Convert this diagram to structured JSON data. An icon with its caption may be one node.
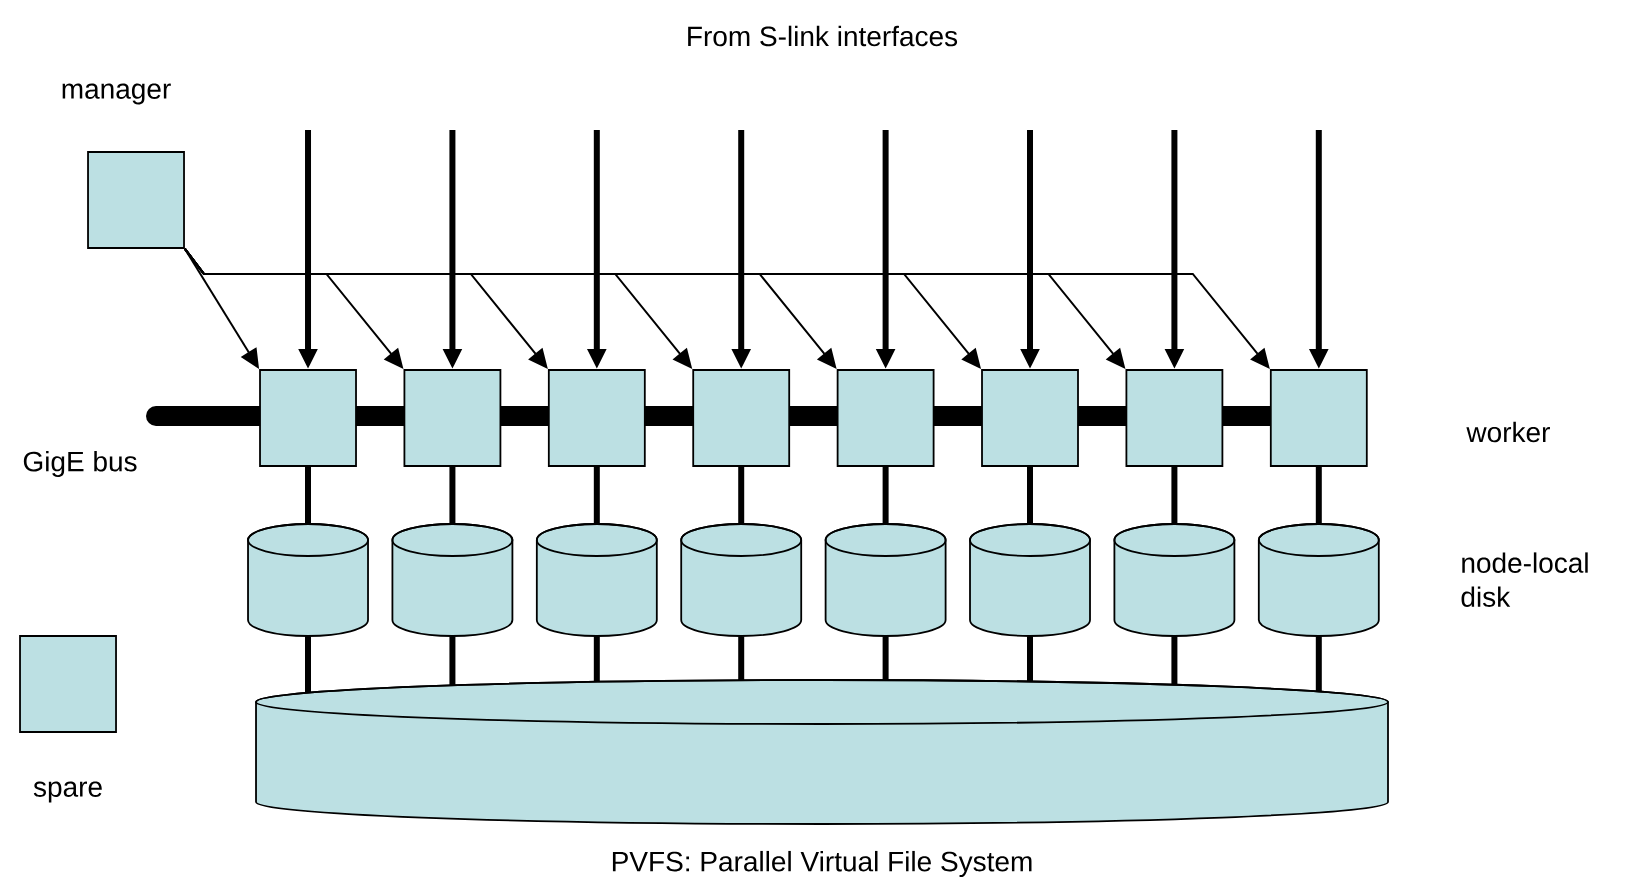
{
  "diagram": {
    "nodes": [
      {
        "text": [
          "manager"
        ]
      },
      {
        "text": [],
        "shape": "box"
      },
      {
        "text": [],
        "shape": "box"
      },
      {
        "text": [],
        "shape": "box"
      },
      {
        "text": [],
        "shape": "box"
      },
      {
        "text": [],
        "shape": "box"
      },
      {
        "text": [],
        "shape": "box"
      },
      {
        "text": [],
        "shape": "box"
      },
      {
        "text": [],
        "shape": "box"
      },
      {
        "text": [],
        "shape": "cylinder"
      },
      {
        "text": [],
        "shape": "cylinder"
      },
      {
        "text": [],
        "shape": "cylinder"
      },
      {
        "text": [],
        "shape": "cylinder"
      },
      {
        "text": [],
        "shape": "cylinder"
      },
      {
        "text": [],
        "shape": "cylinder"
      },
      {
        "text": [],
        "shape": "cylinder"
      },
      {
        "text": [],
        "shape": "cylinder"
      },
      {
        "text": [
          "PVFS: Parallel Virtual File System"
        ]
      },
      {
        "text": [
          "spare"
        ]
      },
      {
        "text": [
          "GigE bus"
        ]
      }
    ],
    "edges": [
      {
        "from": null,
        "to": 1,
        "arrow": "to"
      },
      {
        "from": null,
        "to": 2,
        "arrow": "to"
      },
      {
        "from": null,
        "to": 3,
        "arrow": "to"
      },
      {
        "from": null,
        "to": 4,
        "arrow": "to"
      },
      {
        "from": null,
        "to": 5,
        "arrow": "to"
      },
      {
        "from": null,
        "to": 6,
        "arrow": "to"
      },
      {
        "from": null,
        "to": 7,
        "arrow": "to"
      },
      {
        "from": null,
        "to": 8,
        "arrow": "to"
      },
      {
        "from": 0,
        "to": 1,
        "arrow": "to"
      },
      {
        "from": 0,
        "to": 2,
        "arrow": "to"
      },
      {
        "from": 0,
        "to": 3,
        "arrow": "to"
      },
      {
        "from": 0,
        "to": 4,
        "arrow": "to"
      },
      {
        "from": 0,
        "to": 5,
        "arrow": "to"
      },
      {
        "from": 0,
        "to": 6,
        "arrow": "to"
      },
      {
        "from": 0,
        "to": 7,
        "arrow": "to"
      },
      {
        "from": 0,
        "to": 8,
        "arrow": "to"
      },
      {
        "from": 1,
        "to": 9,
        "arrow": "none"
      },
      {
        "from": 2,
        "to": 10,
        "arrow": "none"
      },
      {
        "from": 3,
        "to": 11,
        "arrow": "none"
      },
      {
        "from": 4,
        "to": 12,
        "arrow": "none"
      },
      {
        "from": 5,
        "to": 13,
        "arrow": "none"
      },
      {
        "from": 6,
        "to": 14,
        "arrow": "none"
      },
      {
        "from": 7,
        "to": 15,
        "arrow": "none"
      },
      {
        "from": 8,
        "to": 16,
        "arrow": "none"
      },
      {
        "from": 9,
        "to": 17,
        "arrow": "none"
      },
      {
        "from": 10,
        "to": 17,
        "arrow": "none"
      },
      {
        "from": 11,
        "to": 17,
        "arrow": "none"
      },
      {
        "from": 12,
        "to": 17,
        "arrow": "none"
      },
      {
        "from": 13,
        "to": 17,
        "arrow": "none"
      },
      {
        "from": 14,
        "to": 17,
        "arrow": "none"
      },
      {
        "from": 15,
        "to": 17,
        "arrow": "none"
      },
      {
        "from": 16,
        "to": 17,
        "arrow": "none"
      }
    ],
    "labels": [
      "From S-link interfaces",
      "worker",
      "node-local disk"
    ]
  }
}
